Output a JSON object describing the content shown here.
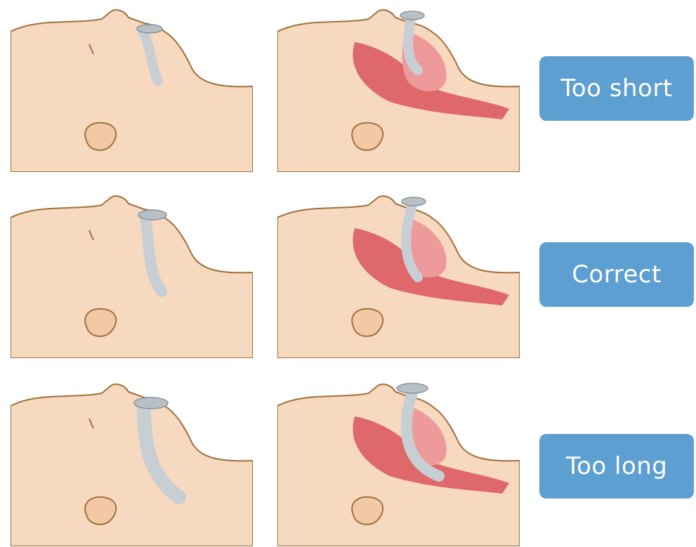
{
  "rows": [
    {
      "label": "Too short"
    },
    {
      "label": "Correct"
    },
    {
      "label": "Too long"
    }
  ],
  "colors": {
    "skin": "#f6d9bf",
    "outline": "#a0703c",
    "airway_tube": "#c7cfd4",
    "muscle": "#d9545a",
    "label_bg": "#5c9fd0",
    "label_text": "#ffffff"
  }
}
